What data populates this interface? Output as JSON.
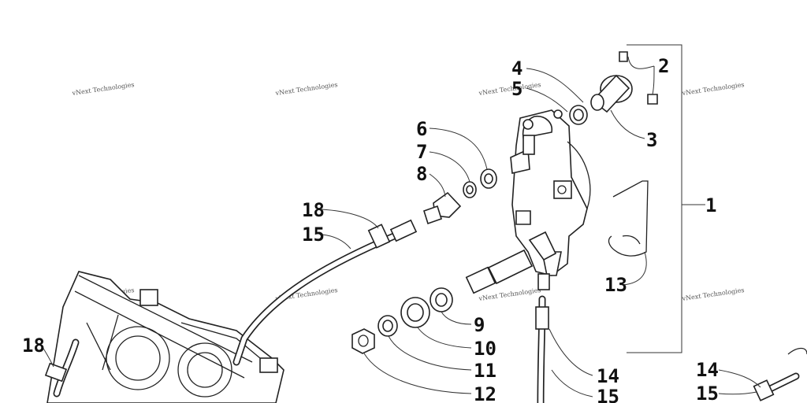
{
  "callouts": {
    "c1": "1",
    "c2": "2",
    "c3": "3",
    "c4": "4",
    "c5": "5",
    "c6": "6",
    "c7": "7",
    "c8": "8",
    "c9": "9",
    "c10": "10",
    "c11": "11",
    "c12": "12",
    "c13": "13",
    "c14a": "14",
    "c14b": "14",
    "c15a": "15",
    "c15b": "15",
    "c15c": "15",
    "c18a": "18",
    "c18b": "18"
  },
  "watermark": "vNext Technologies"
}
